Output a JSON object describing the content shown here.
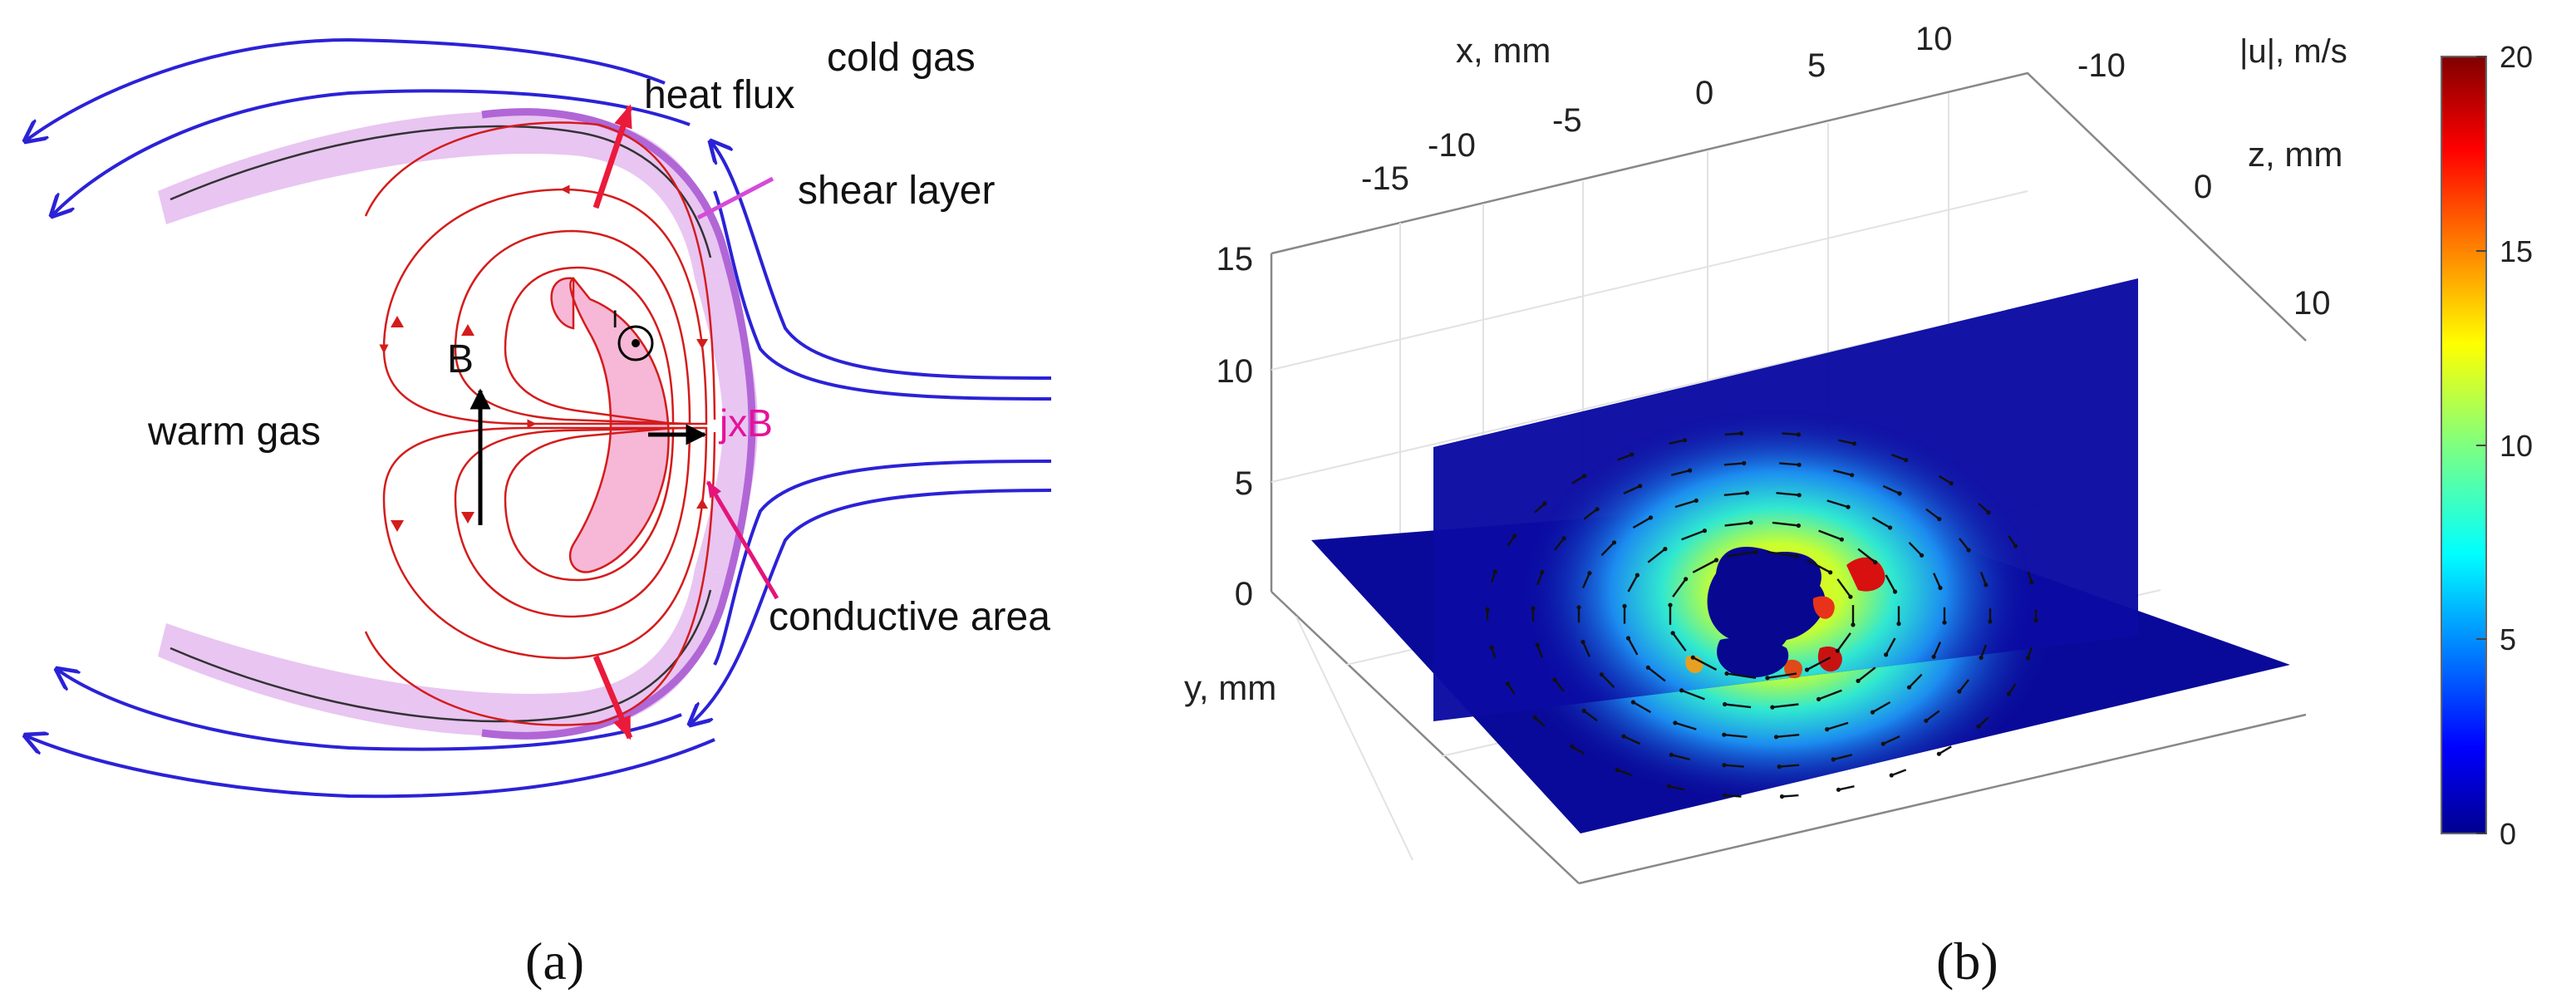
{
  "panel_a": {
    "caption": "(a)",
    "labels": {
      "cold_gas": "cold gas",
      "heat_flux": "heat flux",
      "shear_layer": "shear layer",
      "warm_gas": "warm gas",
      "b_field": "B",
      "current_mark": "I",
      "jxb": "jxB",
      "conductive_area": "conductive area"
    },
    "colors": {
      "flow_lines": "#2b22d6",
      "field_lines": "#d41c1c",
      "shear_band": "#e9c5f2",
      "shear_edge": "#b166d6",
      "conductive_fill": "#f6b8d6",
      "jxb_text": "#e6129a",
      "shear_pointer": "#d54bd8",
      "conductive_pointer": "#e5147a",
      "heat_arrow": "#ea1a3a"
    }
  },
  "panel_b": {
    "caption": "(b)",
    "x_axis": {
      "label": "x, mm",
      "ticks": [
        "-15",
        "-10",
        "-5",
        "0",
        "5",
        "10"
      ]
    },
    "z_axis": {
      "label": "z, mm",
      "ticks": [
        "-10",
        "0",
        "10"
      ]
    },
    "y_axis": {
      "label": "y, mm",
      "ticks": [
        "0",
        "5",
        "10",
        "15"
      ]
    },
    "colorbar": {
      "label": "|u|, m/s",
      "ticks": [
        "0",
        "5",
        "10",
        "15",
        "20"
      ],
      "colormap": "jet",
      "range": [
        0,
        20
      ]
    }
  }
}
